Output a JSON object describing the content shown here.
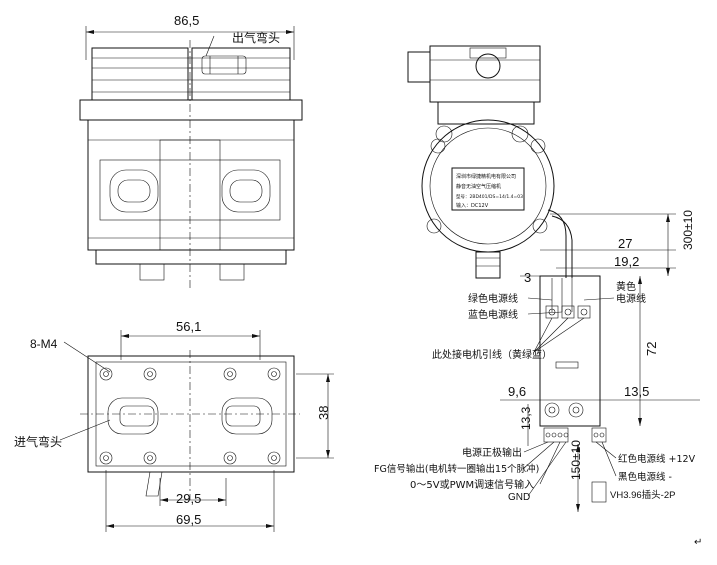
{
  "dimensions": {
    "top_width": "86,5",
    "mount_width": "56,1",
    "bottom_width_1": "29,5",
    "bottom_width_2": "69,5",
    "height_38": "38",
    "cable_length": "300±10",
    "pcb_width": "27",
    "pcb_inner": "19,2",
    "pcb_edge": "3",
    "pcb_height": "72",
    "hole_left": "9,6",
    "hole_right": "13,5",
    "hole_v": "13,3",
    "lead_length": "150±10"
  },
  "labels": {
    "outlet_elbow": "出气弯头",
    "screw_spec": "8-M4",
    "inlet_elbow": "进气弯头",
    "yellow": "黄色",
    "power_line": "电源线",
    "green_power": "绿色电源线",
    "blue_power": "蓝色电源线",
    "motor_leads": "此处接电机引线（黄绿蓝）",
    "pos_out": "电源正极输出",
    "fg_out": "FG信号输出(电机转一圈输出15个脉冲)",
    "speed_in": "0～5V或PWM调速信号输入",
    "gnd": "GND",
    "red_power": "红色电源线 +12V",
    "black_power": "黑色电源线 -",
    "plug": "VH3.96插头-2P"
  },
  "nameplate": {
    "line1": "深圳市绿捷精机电有限公司",
    "line2": "静音无油空气压缩机",
    "line3": "型号：2BD401/DS=14/1.4=03",
    "line4": "输入：DC12V"
  },
  "corner_mark": "↵"
}
